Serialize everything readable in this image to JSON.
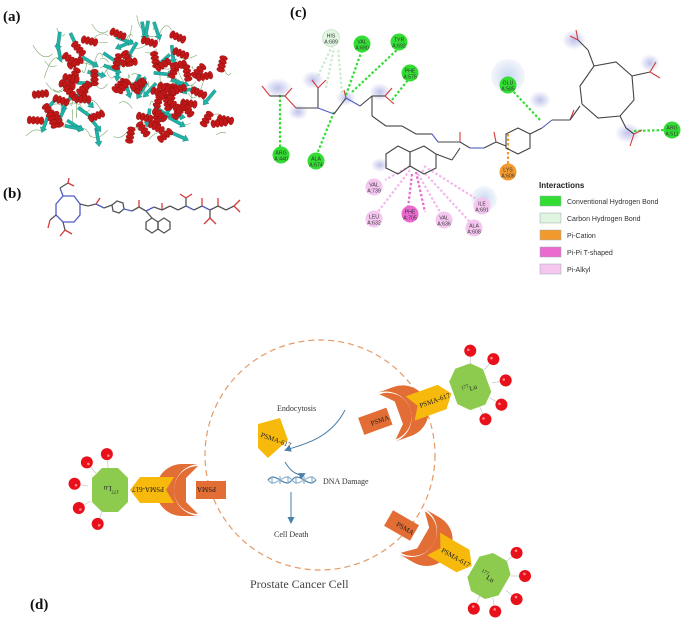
{
  "panels": {
    "a": "(a)",
    "b": "(b)",
    "c": "(c)",
    "d": "(d)"
  },
  "interactions": {
    "title": "Interactions",
    "items": [
      {
        "label": "Conventional Hydrogen Bond",
        "color": "#33dd33"
      },
      {
        "label": "Carbon Hydrogen Bond",
        "color": "#dff5df"
      },
      {
        "label": "Pi-Cation",
        "color": "#f29a2e"
      },
      {
        "label": "Pi-Pi T-shaped",
        "color": "#ea6ad0"
      },
      {
        "label": "Pi-Alkyl",
        "color": "#f5c6f0"
      }
    ]
  },
  "residues": [
    {
      "name": "HIS",
      "num": "A:689",
      "type": "carbon-h"
    },
    {
      "name": "VAL",
      "num": "A:690",
      "type": "h-bond"
    },
    {
      "name": "TYR",
      "num": "A:692",
      "type": "h-bond"
    },
    {
      "name": "PHE",
      "num": "A:575",
      "type": "h-bond"
    },
    {
      "name": "GLU",
      "num": "A:585",
      "type": "h-bond"
    },
    {
      "name": "ARG",
      "num": "A:511",
      "type": "h-bond"
    },
    {
      "name": "ARG",
      "num": "A:440",
      "type": "h-bond"
    },
    {
      "name": "ALA",
      "num": "A:674",
      "type": "h-bond"
    },
    {
      "name": "LYS",
      "num": "A:606",
      "type": "pi-cation"
    },
    {
      "name": "VAL",
      "num": "A:739",
      "type": "pi-alkyl"
    },
    {
      "name": "LEU",
      "num": "A:632",
      "type": "pi-alkyl"
    },
    {
      "name": "PHE",
      "num": "A:705",
      "type": "pi-pi"
    },
    {
      "name": "VAL",
      "num": "A:636",
      "type": "pi-alkyl"
    },
    {
      "name": "ALA",
      "num": "A:608",
      "type": "pi-alkyl"
    },
    {
      "name": "ILE",
      "num": "A:691",
      "type": "pi-alkyl"
    }
  ],
  "diagram": {
    "endocytosis": "Endocytosis",
    "dna_damage": "DNA Damage",
    "cell_death": "Cell Death",
    "cell_title": "Prostate Cancer Cell",
    "psma": "PSMA",
    "psma617": "PSMA-617",
    "lu_sup": "177",
    "lu": "Lu"
  },
  "colors": {
    "psma_orange": "#e26d35",
    "ligand_yellow": "#f7b90c",
    "lu_green": "#8ccb4e",
    "alpha_red": "#e8101a",
    "cell_border": "#e49a66"
  }
}
